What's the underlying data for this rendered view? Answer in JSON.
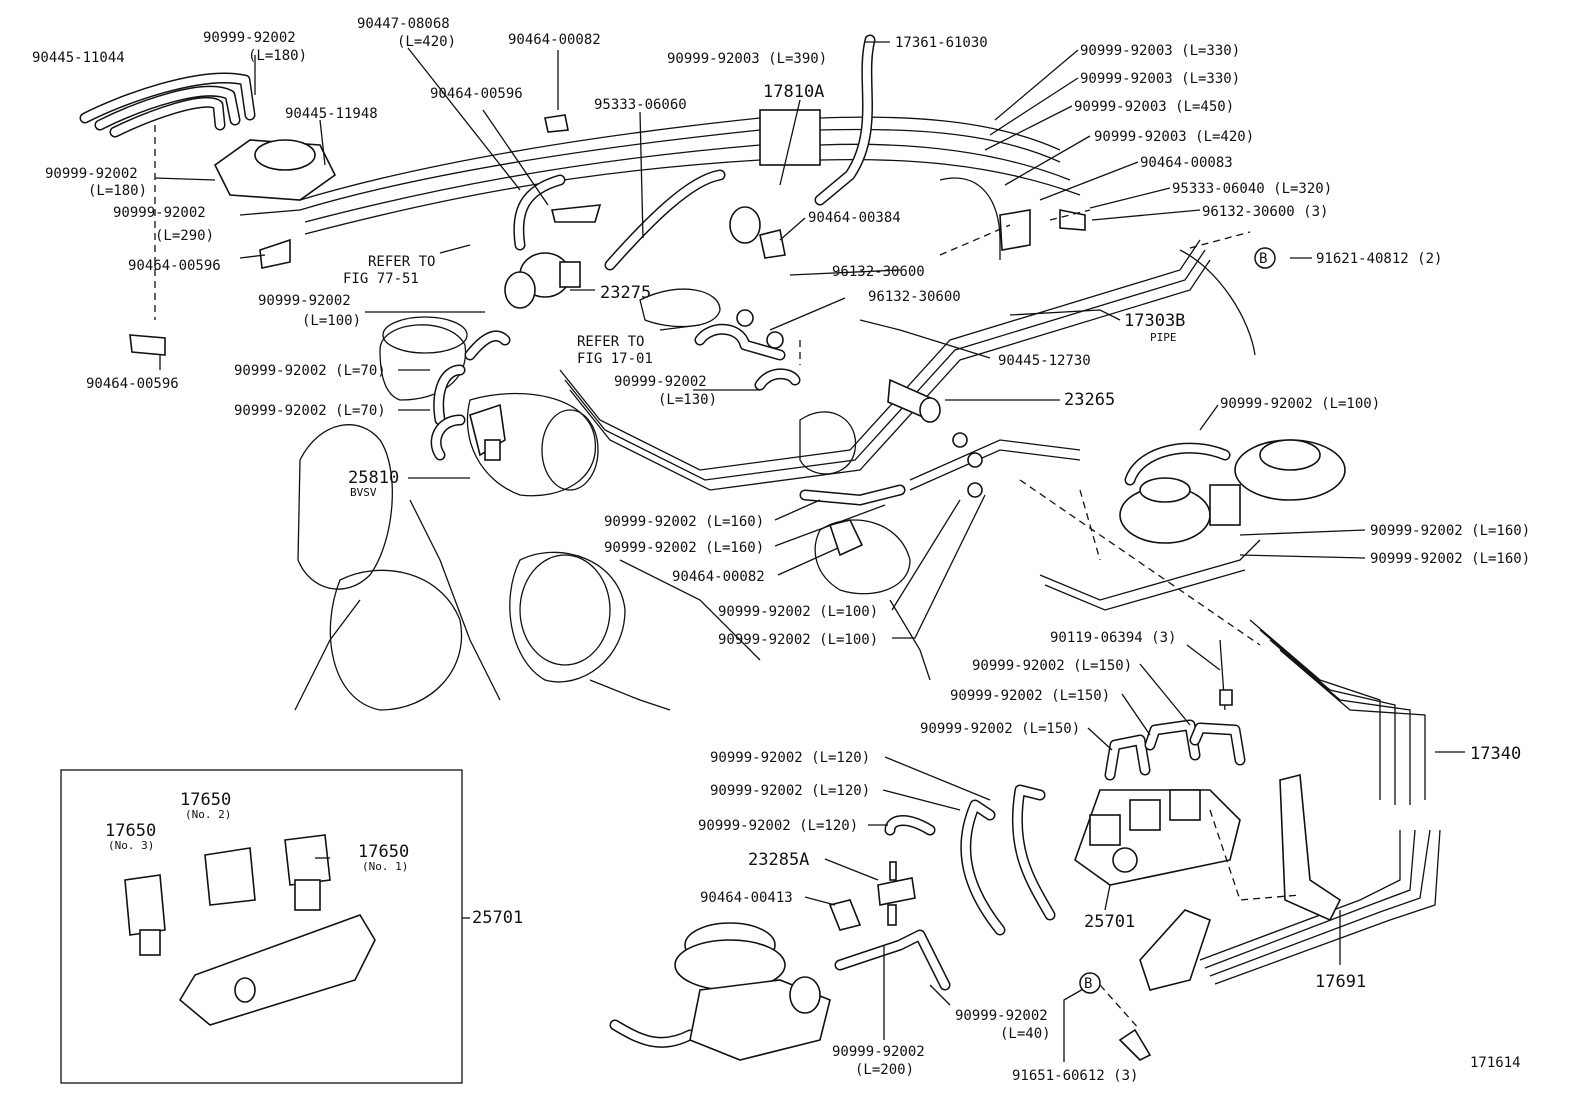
{
  "figure_id": "171614",
  "marker_b": "B",
  "labels": [
    {
      "key": "p1",
      "text": "90445-11044"
    },
    {
      "key": "p2",
      "text": "90999-92002"
    },
    {
      "key": "p2b",
      "text": "(L=180)"
    },
    {
      "key": "p3",
      "text": "90447-08068"
    },
    {
      "key": "p3b",
      "text": "(L=420)"
    },
    {
      "key": "p4",
      "text": "90464-00082"
    },
    {
      "key": "p5",
      "text": "17361-61030"
    },
    {
      "key": "p6",
      "text": "90999-92003 (L=390)"
    },
    {
      "key": "p7",
      "text": "90999-92003 (L=330)"
    },
    {
      "key": "p8",
      "text": "90999-92003 (L=330)"
    },
    {
      "key": "p9",
      "text": "90999-92003 (L=450)"
    },
    {
      "key": "p10",
      "text": "90999-92003 (L=420)"
    },
    {
      "key": "p11",
      "text": "90464-00083"
    },
    {
      "key": "p12",
      "text": "95333-06040 (L=320)"
    },
    {
      "key": "p13",
      "text": "96132-30600 (3)"
    },
    {
      "key": "p14",
      "text": "91621-40812 (2)"
    },
    {
      "key": "p15",
      "text": "90445-11948"
    },
    {
      "key": "p16",
      "text": "90464-00596"
    },
    {
      "key": "p17",
      "text": "95333-06060"
    },
    {
      "key": "p18",
      "text": "17810A"
    },
    {
      "key": "p19",
      "text": "90999-92002"
    },
    {
      "key": "p19b",
      "text": "(L=180)"
    },
    {
      "key": "p20",
      "text": "90999-92002"
    },
    {
      "key": "p20b",
      "text": "(L=290)"
    },
    {
      "key": "p21",
      "text": "90464-00384"
    },
    {
      "key": "p22",
      "text": "96132-30600"
    },
    {
      "key": "p23",
      "text": "96132-30600"
    },
    {
      "key": "p24",
      "text": "90464-00596"
    },
    {
      "key": "p25",
      "text": "REFER TO"
    },
    {
      "key": "p25b",
      "text": "FIG 77-51"
    },
    {
      "key": "p26",
      "text": "90999-92002"
    },
    {
      "key": "p26b",
      "text": "(L=100)"
    },
    {
      "key": "p27",
      "text": "23275"
    },
    {
      "key": "p28",
      "text": "REFER TO"
    },
    {
      "key": "p28b",
      "text": "FIG 17-01"
    },
    {
      "key": "p29",
      "text": "17303B"
    },
    {
      "key": "p29b",
      "text": "PIPE"
    },
    {
      "key": "p30",
      "text": "90445-12730"
    },
    {
      "key": "p31",
      "text": "90464-00596"
    },
    {
      "key": "p32",
      "text": "90999-92002 (L=70)"
    },
    {
      "key": "p33",
      "text": "90999-92002 (L=70)"
    },
    {
      "key": "p34",
      "text": "90999-92002"
    },
    {
      "key": "p34b",
      "text": "(L=130)"
    },
    {
      "key": "p35",
      "text": "23265"
    },
    {
      "key": "p36",
      "text": "90999-92002 (L=100)"
    },
    {
      "key": "p37",
      "text": "25810"
    },
    {
      "key": "p37b",
      "text": "BVSV"
    },
    {
      "key": "p38",
      "text": "90999-92002 (L=160)"
    },
    {
      "key": "p39",
      "text": "90999-92002 (L=160)"
    },
    {
      "key": "p40",
      "text": "90999-92002 (L=160)"
    },
    {
      "key": "p41",
      "text": "90999-92002 (L=160)"
    },
    {
      "key": "p42",
      "text": "90464-00082"
    },
    {
      "key": "p43",
      "text": "90999-92002 (L=100)"
    },
    {
      "key": "p44",
      "text": "90999-92002 (L=100)"
    },
    {
      "key": "p45",
      "text": "90119-06394 (3)"
    },
    {
      "key": "p46",
      "text": "90999-92002 (L=150)"
    },
    {
      "key": "p47",
      "text": "90999-92002 (L=150)"
    },
    {
      "key": "p48",
      "text": "90999-92002 (L=150)"
    },
    {
      "key": "p49",
      "text": "17340"
    },
    {
      "key": "p50",
      "text": "90999-92002 (L=120)"
    },
    {
      "key": "p51",
      "text": "90999-92002 (L=120)"
    },
    {
      "key": "p52",
      "text": "90999-92002 (L=120)"
    },
    {
      "key": "p53",
      "text": "23285A"
    },
    {
      "key": "p54",
      "text": "90464-00413"
    },
    {
      "key": "p55",
      "text": "25701"
    },
    {
      "key": "p56",
      "text": "17691"
    },
    {
      "key": "p57",
      "text": "90999-92002"
    },
    {
      "key": "p57b",
      "text": "(L=40)"
    },
    {
      "key": "p58",
      "text": "90999-92002"
    },
    {
      "key": "p58b",
      "text": "(L=200)"
    },
    {
      "key": "p59",
      "text": "91651-60612 (3)"
    },
    {
      "key": "p60",
      "text": "17650"
    },
    {
      "key": "p60b",
      "text": "(No. 2)"
    },
    {
      "key": "p61",
      "text": "17650"
    },
    {
      "key": "p61b",
      "text": "(No. 3)"
    },
    {
      "key": "p62",
      "text": "17650"
    },
    {
      "key": "p62b",
      "text": "(No. 1)"
    },
    {
      "key": "p63",
      "text": "25701"
    }
  ]
}
